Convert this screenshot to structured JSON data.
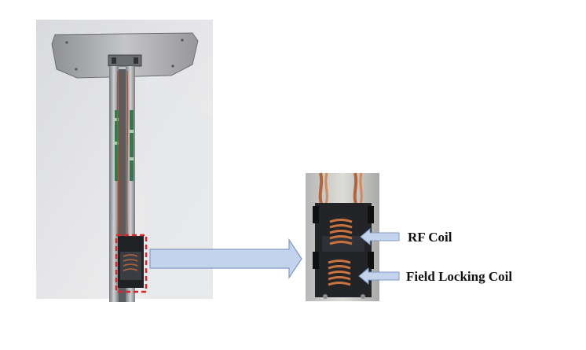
{
  "labels": {
    "rf_coil": "RF Coil",
    "field_locking_coil": "Field Locking Coil"
  },
  "colors": {
    "arrow_fill": "#c3d3ec",
    "arrow_stroke": "#7f99c6",
    "highlight_box": "#d8262a",
    "copper": "#b5643a",
    "plate": "#a9aaac"
  },
  "icons": {
    "probe_photo": "nmr-probe-photo",
    "coil_closeup": "coil-closeup-photo",
    "zoom_arrow": "right-arrow",
    "rf_arrow": "left-arrow",
    "lock_arrow": "left-arrow"
  }
}
